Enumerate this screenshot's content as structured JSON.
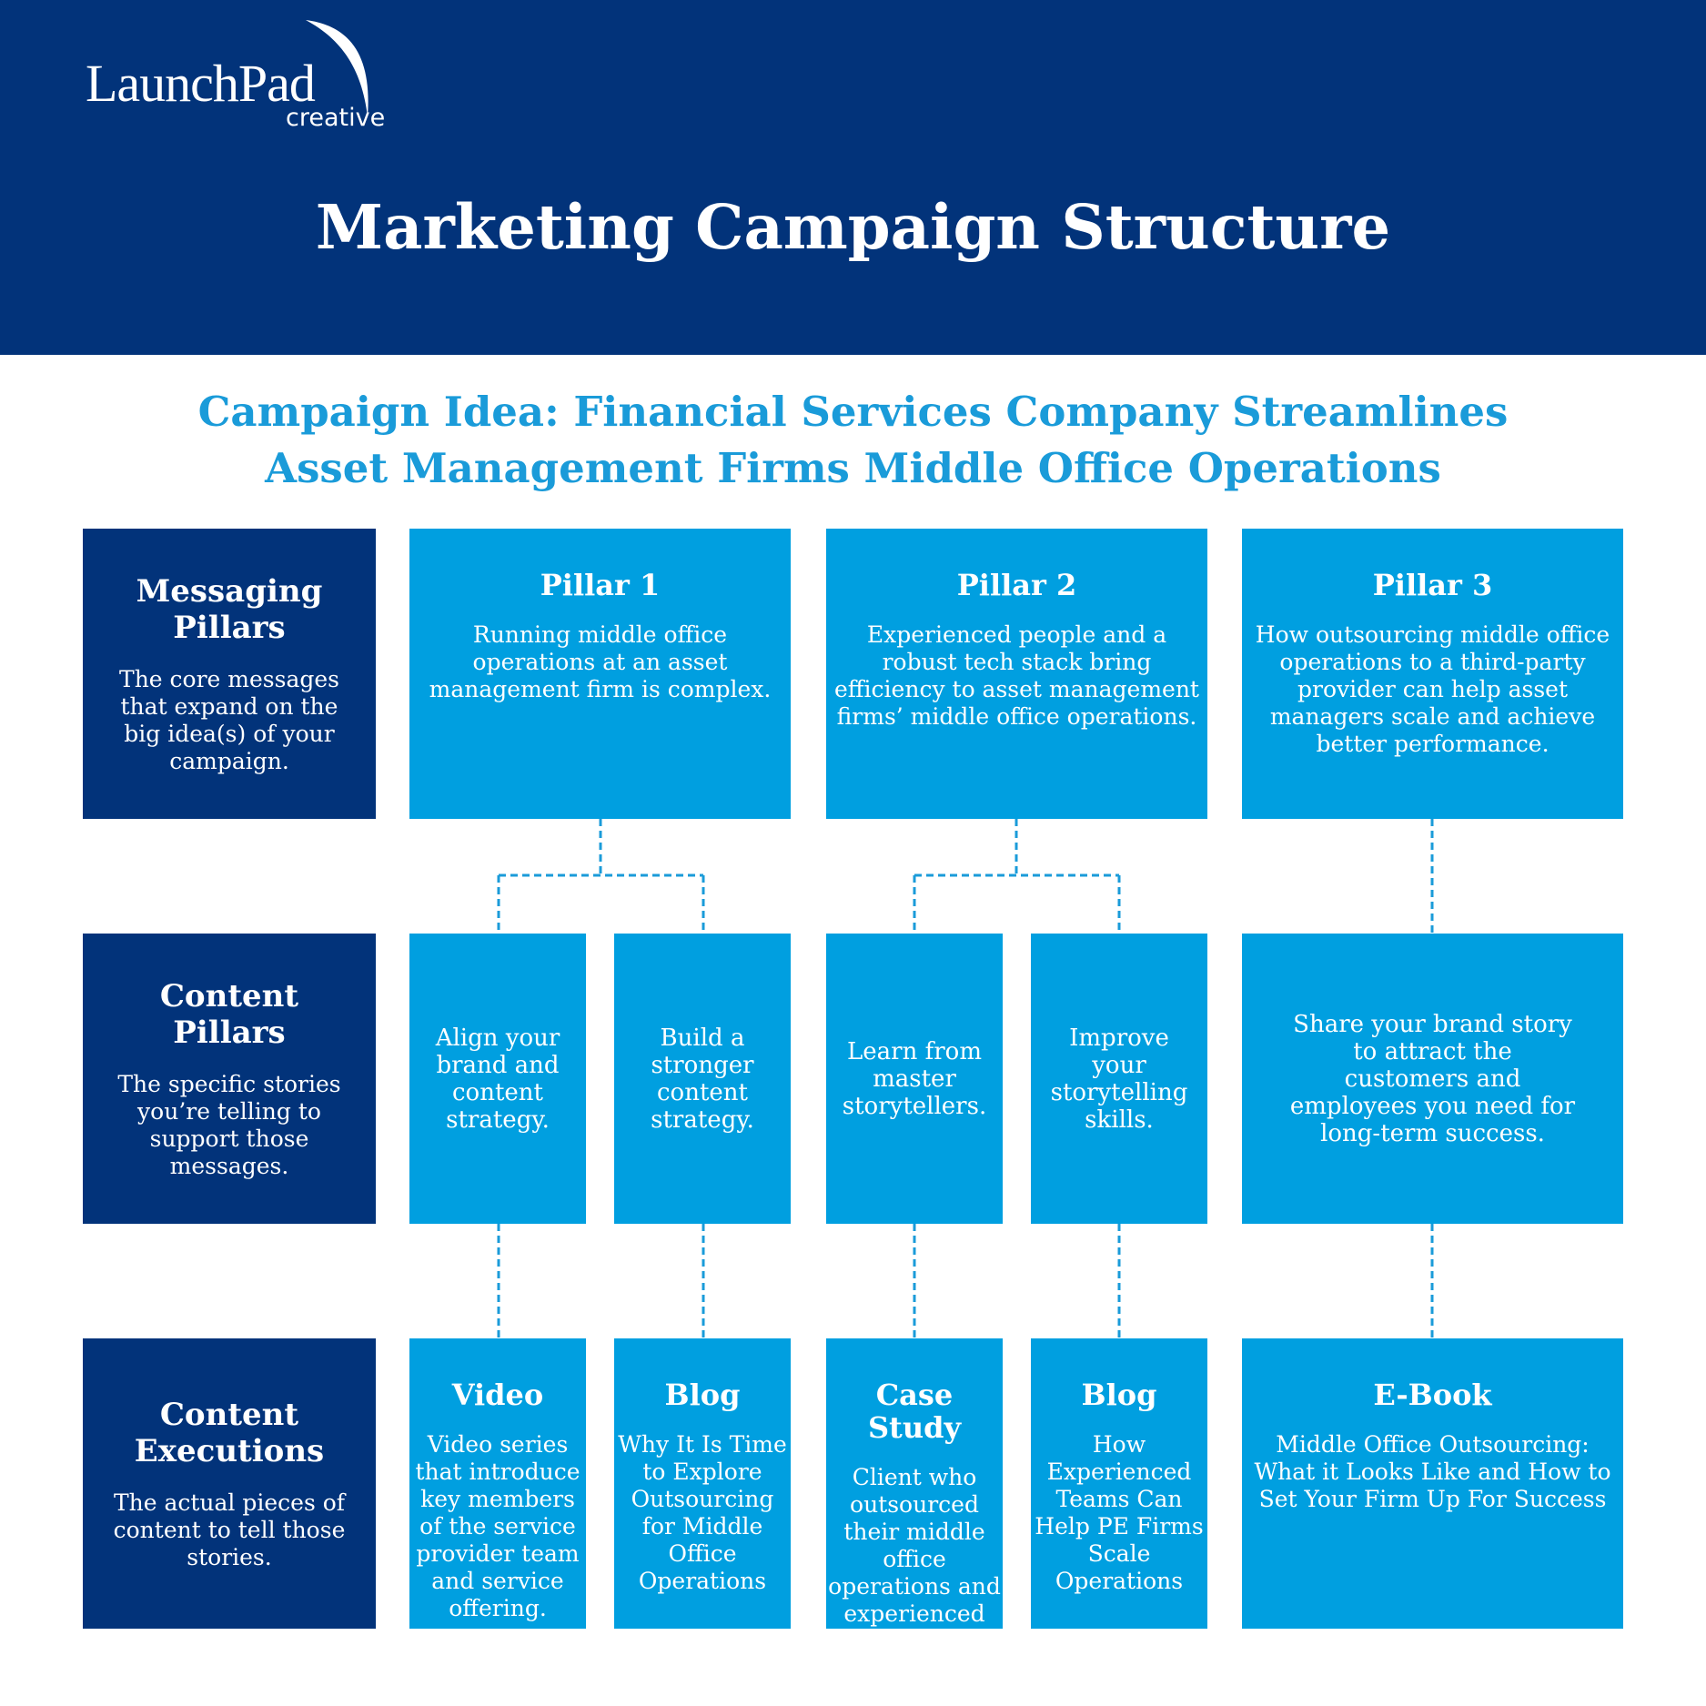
{
  "logo": {
    "name": "LaunchPad",
    "sub": "creative"
  },
  "title": "Marketing Campaign Structure",
  "campaign_idea": {
    "line1": "Campaign Idea: Financial Services Company Streamlines",
    "line2": "Asset Management Firms Middle Office Operations"
  },
  "labels": {
    "messaging": {
      "title": "Messaging Pillars",
      "desc": "The core messages that expand on the big idea(s) of your campaign."
    },
    "content_pillars": {
      "title": "Content Pillars",
      "desc": "The specific stories you’re telling to support those messages."
    },
    "executions": {
      "title": "Content Executions",
      "desc": "The actual pieces of content to tell those stories."
    }
  },
  "pillars": [
    {
      "title": "Pillar 1",
      "text": "Running middle office operations at an asset management firm is complex."
    },
    {
      "title": "Pillar 2",
      "text": "Experienced people and a robust tech stack bring efficiency to asset management firms’ middle office operations."
    },
    {
      "title": "Pillar 3",
      "text": "How outsourcing middle office operations to a third-party provider can help asset managers scale and achieve better performance."
    }
  ],
  "content_pillars": [
    "Align your brand and content strategy.",
    "Build a stronger content strategy.",
    "Learn from master storytellers.",
    "Improve your storytelling skills.",
    "Share your brand story to attract the customers and employees you need for long-term success."
  ],
  "executions": [
    {
      "type": "Video",
      "text": "Video series that introduce key members of the service provider team and service offering."
    },
    {
      "type": "Blog",
      "text": "Why It Is Time to Explore Outsourcing for Middle Office Operations"
    },
    {
      "type": "Case Study",
      "text": "Client who outsourced their middle office operations and experienced growth"
    },
    {
      "type": "Blog",
      "text": "How Experienced Teams Can Help PE Firms Scale Operations"
    },
    {
      "type": "E-Book",
      "text": "Middle Office Outsourcing: What it Looks Like and How to Set Your Firm Up For Success"
    }
  ],
  "colors": {
    "navy": "#02337a",
    "blue": "#009fe0",
    "accent_text": "#1a9bd9"
  }
}
